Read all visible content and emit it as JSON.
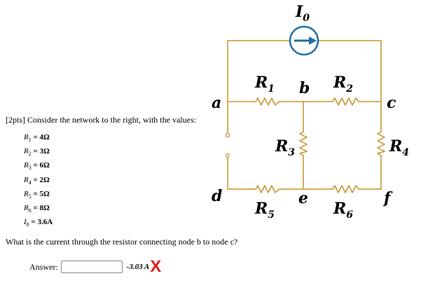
{
  "question": {
    "intro": "[2pts] Consider the network to the right, with the values:",
    "values": [
      {
        "symbol": "R",
        "sub": "1",
        "text": " = 4Ω"
      },
      {
        "symbol": "R",
        "sub": "2",
        "text": " = 3Ω"
      },
      {
        "symbol": "R",
        "sub": "3",
        "text": " = 6Ω"
      },
      {
        "symbol": "R",
        "sub": "4",
        "text": " = 2Ω"
      },
      {
        "symbol": "R",
        "sub": "5",
        "text": " = 5Ω"
      },
      {
        "symbol": "R",
        "sub": "6",
        "text": " = 8Ω"
      },
      {
        "symbol": "I",
        "sub": "0",
        "text": " = 3.6A"
      }
    ],
    "prompt": "What is the current through the resistor connecting node b to node c?"
  },
  "answer": {
    "label": "Answer:",
    "value": "",
    "graded_answer": "-3.03 A",
    "status_mark": "X"
  },
  "circuit": {
    "source_label": "I",
    "source_sub": "0",
    "nodes": [
      "a",
      "b",
      "c",
      "d",
      "e",
      "f"
    ],
    "resistors": [
      {
        "label": "R",
        "sub": "1"
      },
      {
        "label": "R",
        "sub": "2"
      },
      {
        "label": "R",
        "sub": "3"
      },
      {
        "label": "R",
        "sub": "4"
      },
      {
        "label": "R",
        "sub": "5"
      },
      {
        "label": "R",
        "sub": "6"
      }
    ]
  },
  "colors": {
    "wire": "#c8922a",
    "source": "#1f6fa3",
    "wrong_mark": "#e02020"
  }
}
